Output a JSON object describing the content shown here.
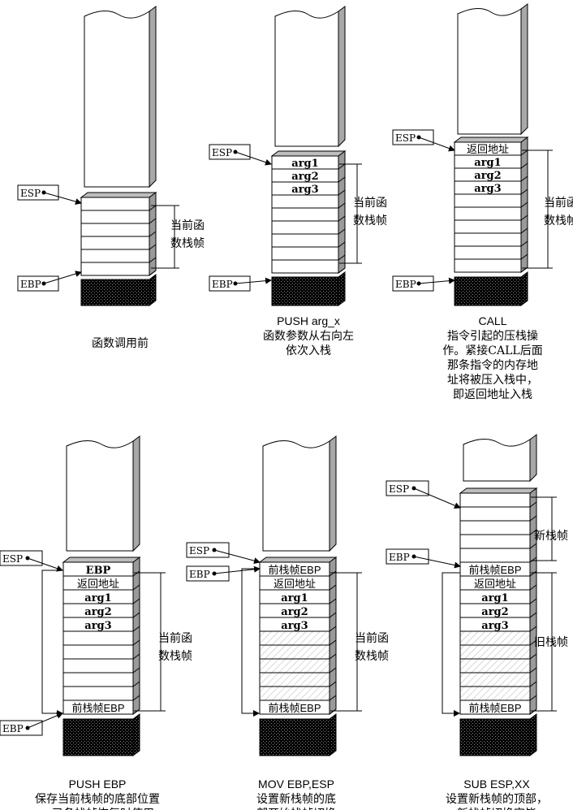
{
  "colors": {
    "stroke": "#000000",
    "top_face": "#b8b8b8",
    "side_face": "#9a9a9a",
    "hatch": "#bdbdbd",
    "bottom_pattern": "#000000"
  },
  "panels": [
    {
      "id": "p1",
      "cells": [
        "",
        "",
        "",
        "",
        "",
        ""
      ],
      "pointers": [
        {
          "name": "esp",
          "label": "ESP"
        },
        {
          "name": "ebp",
          "label": "EBP"
        }
      ],
      "frame_label_lines": [
        "当前函",
        "数栈帧"
      ],
      "caption_lines": [
        "函数调用前"
      ]
    },
    {
      "id": "p2",
      "cells": [
        "arg1",
        "arg2",
        "arg3",
        "",
        "",
        "",
        "",
        "",
        ""
      ],
      "pointers": [
        {
          "name": "esp",
          "label": "ESP"
        },
        {
          "name": "ebp",
          "label": "EBP"
        }
      ],
      "frame_label_lines": [
        "当前函",
        "数栈帧"
      ],
      "caption_lines": [
        "PUSH arg_x",
        "函数参数从右向左",
        "依次入栈"
      ]
    },
    {
      "id": "p3",
      "cells": [
        "返回地址",
        "arg1",
        "arg2",
        "arg3",
        "",
        "",
        "",
        "",
        "",
        ""
      ],
      "pointers": [
        {
          "name": "esp",
          "label": "ESP"
        },
        {
          "name": "ebp",
          "label": "EBP"
        }
      ],
      "frame_label_lines": [
        "当前函",
        "数栈帧"
      ],
      "caption_lines": [
        "CALL",
        "指令引起的压栈操",
        "作。紧接CALL后面",
        "那条指令的内存地",
        "址将被压入栈中，",
        "即返回地址入栈"
      ]
    },
    {
      "id": "p4",
      "cells": [
        "EBP",
        "返回地址",
        "arg1",
        "arg2",
        "arg3",
        "",
        "",
        "",
        "",
        "",
        "前栈帧EBP"
      ],
      "pointers": [
        {
          "name": "esp",
          "label": "ESP"
        },
        {
          "name": "ebp",
          "label": "EBP"
        }
      ],
      "frame_label_lines": [
        "当前函",
        "数栈帧"
      ],
      "caption_lines": [
        "PUSH EBP",
        "保存当前栈帧的底部位置",
        "，已备栈帧恢复时使用"
      ]
    },
    {
      "id": "p5",
      "cells": [
        "前栈帧EBP",
        "返回地址",
        "arg1",
        "arg2",
        "arg3",
        "",
        "",
        "",
        "",
        "",
        "前栈帧EBP"
      ],
      "pointers": [
        {
          "name": "esp",
          "label": "ESP"
        },
        {
          "name": "ebp",
          "label": "EBP"
        }
      ],
      "frame_label_lines": [
        "当前函",
        "数栈帧"
      ],
      "caption_lines": [
        "MOV EBP,ESP",
        "设置新栈帧的底",
        "部开始栈帧切换"
      ]
    },
    {
      "id": "p6",
      "cells": [
        "",
        "",
        "",
        "",
        "",
        "前栈帧EBP",
        "返回地址",
        "arg1",
        "arg2",
        "arg3",
        "",
        "",
        "",
        "",
        "",
        "前栈帧EBP"
      ],
      "pointers": [
        {
          "name": "esp",
          "label": "ESP"
        },
        {
          "name": "ebp",
          "label": "EBP"
        }
      ],
      "frame_labels": [
        {
          "name": "new-frame-label",
          "text": "新栈帧"
        },
        {
          "name": "old-frame-label",
          "text": "旧栈帧"
        }
      ],
      "caption_lines": [
        "SUB ESP,XX",
        "设置新栈帧的顶部，",
        "新栈帧切换完毕"
      ]
    }
  ]
}
